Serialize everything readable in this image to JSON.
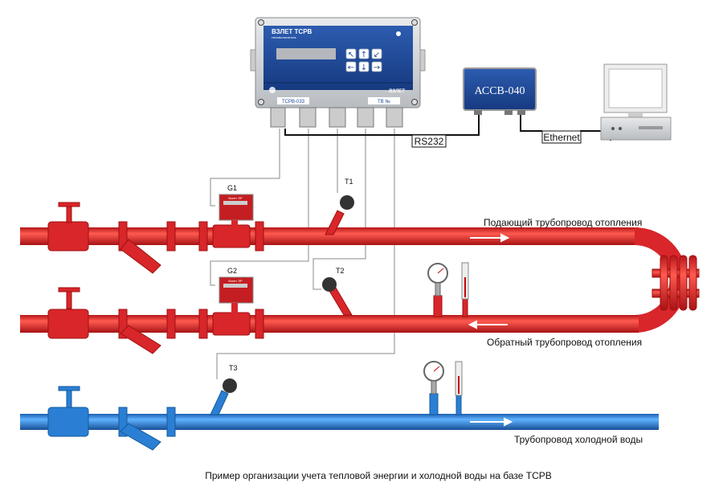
{
  "controller": {
    "brand_title": "ВЗЛЕТ ТСРВ",
    "subtitle": "тепловычислитель",
    "logo_text": "ВЗЛЕТ",
    "model_label": "ТСРВ-033",
    "serial_label": "ТВ №",
    "keypad": [
      "arrow-up-left",
      "arrow-up",
      "arrow-down-left",
      "arrow-left",
      "arrow-down",
      "arrow-right"
    ]
  },
  "adapter": {
    "label": "АССВ-040"
  },
  "links": {
    "rs232": "RS232",
    "ethernet": "Ethernet"
  },
  "sensors": {
    "g1": "G1",
    "g2": "G2",
    "t1": "T1",
    "t2": "T2",
    "t3": "T3",
    "meter_label": "Взлет ЭР"
  },
  "pipes": {
    "supply": "Подающий трубопровод отопления",
    "return": "Обратный трубопровод отопления",
    "cold": "Трубопровод холодной воды"
  },
  "caption": "Пример организации учета тепловой энергии и холодной воды на базе ТСРВ",
  "colors": {
    "hot_pipe": "#e8262a",
    "cold_pipe": "#2a7fd4",
    "panel": "#1e4a9a"
  }
}
